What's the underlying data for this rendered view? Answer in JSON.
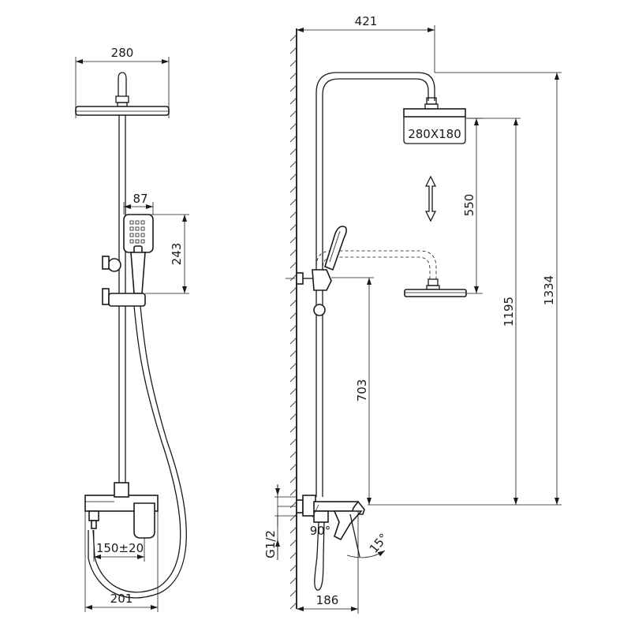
{
  "drawing": {
    "front_view": {
      "head_width": "280",
      "handshower_width": "87",
      "handshower_height": "243",
      "inlet_spacing": "150±20",
      "mixer_width": "201"
    },
    "side_view": {
      "arm_projection": "421",
      "head_size": "280X180",
      "height_adjust": "550",
      "slider_height": "703",
      "head_height": "1195",
      "total_height": "1334",
      "thread": "G1/2",
      "swivel_angle": "90°",
      "lever_angle": "15°",
      "wall_projection": "186"
    }
  }
}
